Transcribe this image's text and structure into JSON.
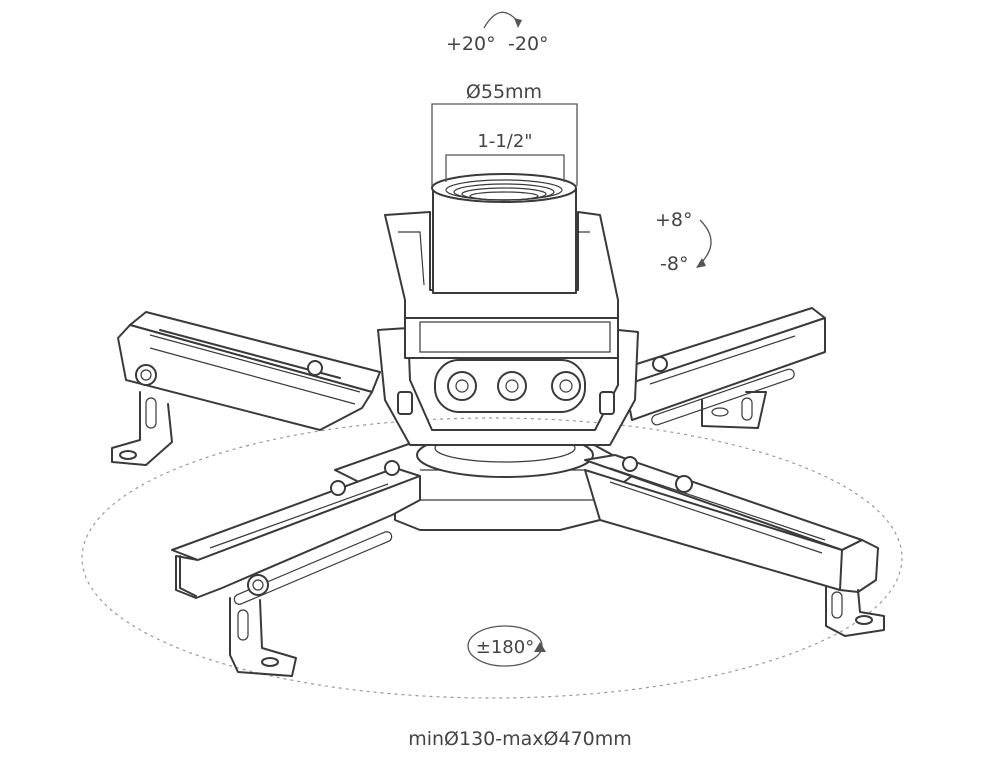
{
  "annotations": {
    "tilt_plus": "+20°",
    "tilt_minus": "-20°",
    "outer_diameter": "Ø55mm",
    "thread_size": "1-1/2\"",
    "swivel_plus": "+8°",
    "swivel_minus": "-8°",
    "rotation": "±180°",
    "arm_range": "minØ130-maxØ470mm"
  },
  "colors": {
    "line": "#3a3a3a",
    "text": "#444444",
    "dashed_circle": "#9a9a9a",
    "background": "#ffffff"
  },
  "icons": [
    "curved-arrow-icon",
    "rotation-icon"
  ]
}
